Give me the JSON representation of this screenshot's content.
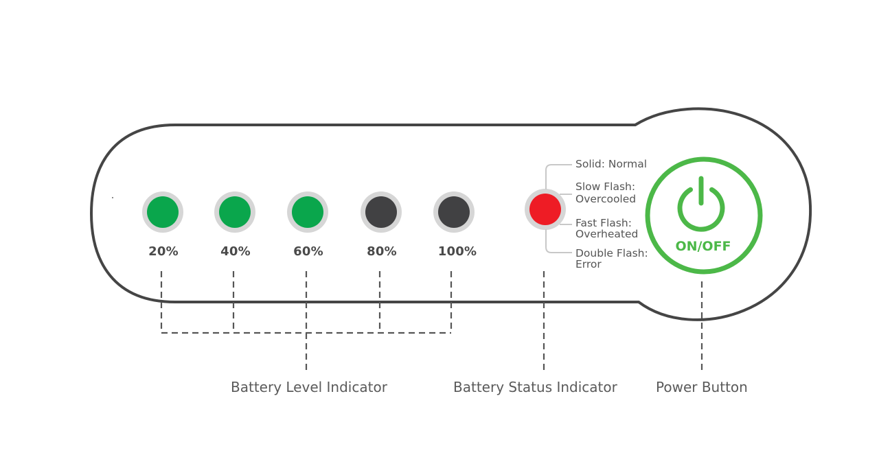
{
  "battery_level": {
    "caption": "Battery Level Indicator",
    "leds": [
      {
        "label": "20%",
        "state": "on"
      },
      {
        "label": "40%",
        "state": "on"
      },
      {
        "label": "60%",
        "state": "on"
      },
      {
        "label": "80%",
        "state": "off"
      },
      {
        "label": "100%",
        "state": "off"
      }
    ]
  },
  "battery_status": {
    "caption": "Battery Status Indicator",
    "state": "red",
    "modes": [
      {
        "line1": "Solid: Normal",
        "line2": ""
      },
      {
        "line1": "Slow Flash:",
        "line2": "Overcooled"
      },
      {
        "line1": "Fast Flash:",
        "line2": "Overheated"
      },
      {
        "line1": "Double Flash:",
        "line2": "Error"
      }
    ]
  },
  "power": {
    "caption": "Power Button",
    "label": "ON/OFF",
    "icon": "power-icon"
  },
  "colors": {
    "led_on": "#0aa64c",
    "led_off": "#414143",
    "led_ring": "#d6d6d6",
    "status_red": "#ee1c25",
    "power_green": "#4cb848",
    "outline": "#454545",
    "text_dark": "#4a4a4a",
    "text_caption": "#5a5a5a"
  }
}
